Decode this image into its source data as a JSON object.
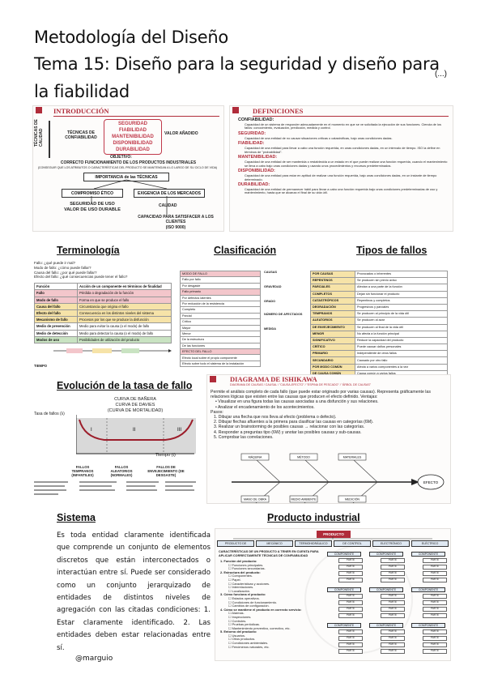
{
  "header": {
    "line1": "Metodología del Diseño",
    "line2": "Tema 15: Diseño para la seguridad y diseño para",
    "line3": "la fiabilidad",
    "ellipsis": "(...)"
  },
  "intro_slide": {
    "title": "INTRODUCCIÓN",
    "side_label": "TÉCNICAS DE CALIDAD",
    "tecnicas": "TÉCNICAS DE CONFIABILIDAD",
    "list": [
      "SEGURIDAD",
      "FIABILIDAD",
      "MANTENIBILIDAD",
      "DISPONIBILIDAD",
      "DURABILIDAD"
    ],
    "valor": "VALOR AÑADIDO",
    "objetivo": "OBJETIVO:",
    "correcto": "CORRECTO FUNCIONAMIENTO DE LOS PRODUCTOS INDUSTRIALES",
    "correcto_sub": "(CONSEGUIR QUE LOS ATRIBUTOS O CARACTERÍSTICAS DEL PRODUCTO SE MANTENGAN A LO LARGO DE SU CICLO DE VIDA)",
    "importancia": "IMPORTANCIA de las TÉCNICAS",
    "compromiso": "COMPROMISO ÉTICO",
    "exigencia": "EXIGENCIA DE LOS MERCADOS",
    "seguridad_uso": "SEGURIDAD DE USO\nVALOR DE USO DURABLE",
    "calidad": "CALIDAD",
    "capacidad": "CAPACIDAD PARA SATISFACER A LOS CLIENTES\n(ISO 9000)"
  },
  "def_slide": {
    "title": "DEFINICIONES",
    "items": [
      {
        "head": "CONFIABILIDAD:",
        "text": "Capacidad de un sistema de responder adecuadamente en el momento en que se ve solicitada la ejecución de sus funciones. Ciencia de los fallos: conocimiento, evaluación, predicción, medida y control."
      },
      {
        "head": "SEGURIDAD:",
        "text": "Capacidad de una entidad de no causar situaciones críticas o catastróficas, bajo unas condiciones dadas."
      },
      {
        "head": "FIABILIDAD:",
        "text": "Capacidad de una entidad para llevar a cabo una función requerida, en unas condiciones dadas, en un intervalo de tiempo. ISO la define en términos de \"probabilidad\"."
      },
      {
        "head": "MANTENIBILIDAD:",
        "text": "Capacidad de una entidad de ser mantenida o restablecida a un estado en el que puede realizar una función requerida, cuando el mantenimiento se lleva a cabo bajo unas condiciones dadas y usando unos procedimientos y recursos predeterminados."
      },
      {
        "head": "DISPONIBILIDAD:",
        "text": "Capacidad de una entidad para estar en aptitud de realizar una función requerida, bajo unas condiciones dadas, en un instante de tiempo determinado."
      },
      {
        "head": "DURABILIDAD:",
        "text": "Capacidad de una entidad de permanecer hábil para llevar a cabo una función requerida bajo unas condiciones predeterminadas de uso y mantenimiento, hasta que se alcanza el final de su vida útil."
      }
    ]
  },
  "sections": {
    "terminologia": "Terminología",
    "clasificacion": "Clasificación",
    "tipos": "Tipos de fallos",
    "evolucion": "Evolución de la tasa de fallo",
    "sistema": "Sistema",
    "producto": "Producto industrial"
  },
  "terminologia": {
    "questions": [
      "Fallo: ¿qué puede ir mal?",
      "Modo de fallo: ¿cómo puede fallar?",
      "Causa del fallo: ¿por qué puede fallar?",
      "Efecto del fallo: ¿qué consecuencias puede tener el fallo?"
    ],
    "head": [
      "Función",
      "Acción de un componente en términos de finalidad"
    ],
    "rows": [
      [
        "Fallo",
        "Pérdida o degradación de la función"
      ],
      [
        "Modo de fallo",
        "Forma en que se produce el fallo"
      ],
      [
        "Causa del fallo",
        "Circunstancia que origina el fallo"
      ],
      [
        "Efecto del fallo",
        "Consecuencia en los distintos niveles del sistema"
      ],
      [
        "Mecanismo de fallo",
        "Procesos por los que se produce la disfunción"
      ],
      [
        "Medio de prevención",
        "Medio para evitar la causa (o el modo) de fallo"
      ],
      [
        "Medio de detección",
        "Medio para detectar la causa (o el modo) de fallo"
      ],
      [
        "Modos de uso",
        "Posibilidades de utilización del producto"
      ]
    ],
    "tiempo": "TIEMPO"
  },
  "clasificacion": {
    "groups": [
      "CAUSAS",
      "GRAVEDAD",
      "GRADO",
      "NÚMERO DE AFECTADOS",
      "MEDIDA"
    ],
    "rows": [
      "MODO DE FALLO",
      "Fallo por fallo",
      "Por desgaste",
      "Fallo primario",
      "Por defectos latentes",
      "Por reducción de la resistencia",
      "Completo",
      "Parcial",
      "Crítico",
      "Mayor",
      "Menor",
      "De la estructura",
      "De las funciones",
      "EFECTO DEL FALLO",
      "Efecto local sobre el propio componente",
      "Efecto sobre todo el sistema de la instalación"
    ]
  },
  "tipos": {
    "rows": [
      [
        "POR CAUSAS",
        "Provocados o inherentes"
      ],
      [
        "REPENTINOS",
        "Se producen sin previo aviso"
      ],
      [
        "PARCIALES",
        "Afectan a una parte de la función"
      ],
      [
        "COMPLETOS",
        "Dejan sin funcionar el producto"
      ],
      [
        "CATASTRÓFICOS",
        "Repentinos y completos"
      ],
      [
        "DEGRADACIÓN",
        "Progresivos y parciales"
      ],
      [
        "TEMPRANOS",
        "Se producen al principio de la vida útil"
      ],
      [
        "ALEATORIOS",
        "Se producen al azar"
      ],
      [
        "DE ENVEJECIMIENTO",
        "Se producen al final de la vida útil"
      ],
      [
        "MENOR",
        "No afecta a la función principal"
      ],
      [
        "SIGNIFICATIVO",
        "Reduce la capacidad del producto"
      ],
      [
        "CRÍTICO",
        "Puede causar daños personales"
      ],
      [
        "PRIMARIO",
        "Independiente de otros fallos"
      ],
      [
        "SECUNDARIO",
        "Causado por otro fallo"
      ],
      [
        "POR MODO COMÚN",
        "Afecta a varios componentes a la vez"
      ],
      [
        "DE CAUSA COMÚN",
        "Causa común a varios fallos"
      ]
    ]
  },
  "evolucion": {
    "curva": "CURVA DE BAÑERA\nCURVA DE DAVIES\n(CURVA DE MORTALIDAD)",
    "ylabel": "Tasa de fallos (λ)",
    "tiempo": "Tiempo (t)",
    "zones": [
      "I",
      "II",
      "III"
    ],
    "labels": [
      "FALLOS TEMPRANOS (INFANTILES)",
      "FALLOS ALEATORIOS (NORMALES)",
      "FALLOS DE ENVEJECIMIENTO (DE DESGASTE)"
    ]
  },
  "ishikawa": {
    "title": "DIAGRAMA DE ISHIKAWA",
    "subtitle": "DIAGRAMA DE CAUSAS / CAUSAL / \"CAUSA-EFECTO\" / \"ESPINA DE PESCADO\" / \"ÁRBOL DE CAUSAS\"",
    "intro": "Permite el análisis completo de cada fallo (que puede estar originado por varias causas). Representa gráficamente las relaciones lógicas que existen entre las causas que producen el efecto definido. Ventajas:",
    "bullets": [
      "Visualizar en una figura todas las causas asociadas a una disfunción y sus relaciones.",
      "Analizar el encadenamiento de los acontecimientos."
    ],
    "pasos_head": "Pasos:",
    "pasos": [
      "1. Dibujar una flecha que nos lleva al efecto (problema o defecto).",
      "2. Dibujar flechas afluentes a la primera para clasificar las causas en categorías (6M).",
      "3. Realizar un brainstorming de posibles causas → relacionar con las categorías.",
      "4. Responder a preguntas tipo (6W) y anotar las posibles causas y sub-causas.",
      "5. Comprobar las correlaciones."
    ],
    "categories": [
      "MÁQUINA",
      "MÉTODO",
      "MATERIALES",
      "MANO DE OBRA",
      "MEDIO AMBIENTE",
      "MEDICIÓN"
    ],
    "effect": "EFECTO"
  },
  "sistema": {
    "text": "Es toda entidad claramente identificada que comprende un conjunto de elementos discretos que están interconectados o interactúan entre sí. Puede ser considerado como un conjunto jerarquizado de entidades de distintos niveles de agregación con las citadas condiciones: 1. Estar claramente identificado. 2. Las entidades deben estar relacionadas entre sí."
  },
  "producto": {
    "top": "PRODUCTO",
    "branches": [
      "PRODUCTO DE",
      "MECÁNICO",
      "TERMOHIDRÁULICO",
      "DE CONTROL",
      "ELECTRÓNICO",
      "ELÉCTRICO"
    ],
    "heading": "CARACTERÍSTICAS DE UN PRODUCTO A TENER EN CUENTA PARA APLICAR CORRECTAMENTE TÉCNICAS DE CONFIABILIDAD",
    "list": [
      "1. Función del producto:",
      "Funciones principales.",
      "Funciones secundarias.",
      "2. Estructura del producto:",
      "Componentes.",
      "Papel.",
      "Características y acciones.",
      "Interrelaciones.",
      "Localización.",
      "3. Cómo funciona el producto:",
      "Estados operativos.",
      "Condiciones de funcionamiento.",
      "Cambios de configuración.",
      "4. Cómo se mantiene el producto en correcto servicio:",
      "Alarmas.",
      "Inspecciones.",
      "Controles.",
      "Pruebas periódicas.",
      "Mantenimiento preventivo, correctivo, etc.",
      "5. Entorno del producto:",
      "Usuarios.",
      "Otros productos.",
      "Condiciones ambientales.",
      "Fenómenos naturales, etc."
    ],
    "component": "COMPONENTE",
    "parte": "PARTE"
  },
  "footer": {
    "author": "@marguio"
  }
}
